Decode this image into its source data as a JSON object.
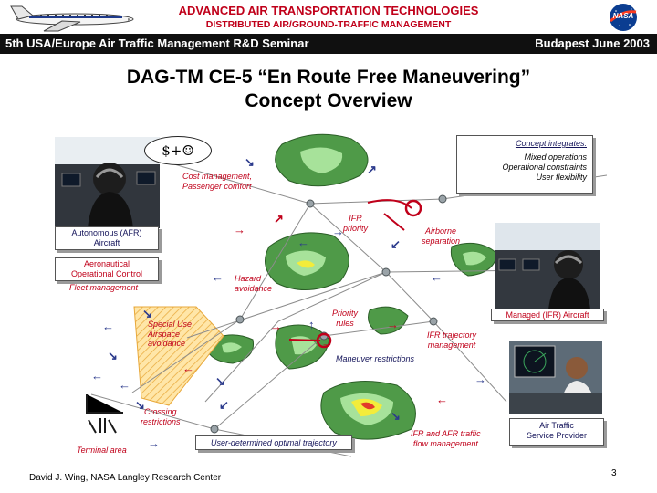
{
  "header": {
    "title": "ADVANCED AIR TRANSPORTATION TECHNOLOGIES",
    "subtitle": "DISTRIBUTED AIR/GROUND-TRAFFIC MANAGEMENT",
    "seminar": "5th USA/Europe Air Traffic Management R&D Seminar",
    "location_date": "Budapest June 2003",
    "logo_text": "NASA"
  },
  "slide": {
    "title_line1": "DAG-TM CE-5 “En Route Free Maneuvering”",
    "title_line2": "Concept Overview"
  },
  "concept_box": {
    "heading": "Concept integrates:",
    "items": [
      "Mixed operations",
      "Operational constraints",
      "User flexibility"
    ]
  },
  "bubble_text": "$+☺",
  "labels": {
    "cost_mgmt_1": "Cost management,",
    "cost_mgmt_2": "Passenger comfort",
    "autonomous_1": "Autonomous (AFR)",
    "autonomous_2": "Aircraft",
    "aoc_1": "Aeronautical",
    "aoc_2": "Operational Control",
    "fleet": "Fleet management",
    "hazard_1": "Hazard",
    "hazard_2": "avoidance",
    "ifr_priority_1": "IFR",
    "ifr_priority_2": "priority",
    "airborne_1": "Airborne",
    "airborne_2": "separation",
    "managed": "Managed (IFR) Aircraft",
    "priority_1": "Priority",
    "priority_2": "rules",
    "sua_1": "Special Use",
    "sua_2": "Airspace",
    "sua_3": "avoidance",
    "ifr_traj_1": "IFR trajectory",
    "ifr_traj_2": "management",
    "maneuver": "Maneuver restrictions",
    "crossing_1": "Crossing",
    "crossing_2": "restrictions",
    "terminal": "Terminal area",
    "user_traj": "User-determined optimal trajectory",
    "ifr_afr_1": "IFR and AFR traffic",
    "ifr_afr_2": "flow management",
    "atsp_1": "Air Traffic",
    "atsp_2": "Service Provider"
  },
  "footer": {
    "author": "David J. Wing, NASA Langley Research Center",
    "page": "3"
  },
  "colors": {
    "accent_red": "#c0001a",
    "navy_text": "#14145a",
    "header_bar": "#101010",
    "weather_dark": "#3f8a3c",
    "weather_light": "#8fd17d",
    "sua_fill": "#ffd98a",
    "aircraft_blue": "#2b3a8c"
  }
}
